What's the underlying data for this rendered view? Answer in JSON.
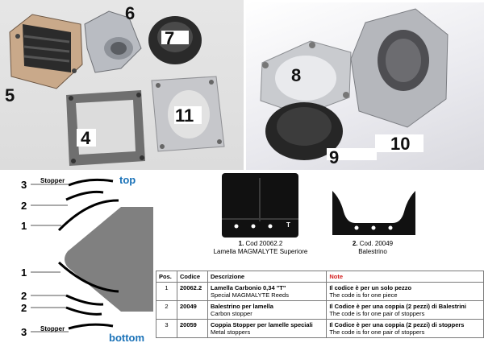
{
  "photo_labels": {
    "n4": "4",
    "n5": "5",
    "n6": "6",
    "n7": "7",
    "n8": "8",
    "n9": "9",
    "n10": "10",
    "n11": "11"
  },
  "diagram": {
    "top_label": "top",
    "bottom_label": "bottom",
    "stopper_top": "Stopper",
    "stopper_bottom": "Stopper",
    "nums": [
      "3",
      "2",
      "1",
      "1",
      "2",
      "2",
      "3"
    ]
  },
  "reed_caption": {
    "num": "1.",
    "line1": "Cod 20062.2",
    "line2": "Lamella MAGMALYTE Superiore",
    "mark": "T"
  },
  "stopper_caption": {
    "num": "2.",
    "line1": "Cod. 20049",
    "line2": "Balestrino"
  },
  "table": {
    "headers": {
      "pos": "Pos.",
      "code": "Codice",
      "desc": "Descrizione",
      "note": "Note"
    },
    "rows": [
      {
        "pos": "1",
        "code": "20062.2",
        "desc_it": "Lamella Carbonio 0,34 \"T\"",
        "desc_en": "Special MAGMALYTE Reeds",
        "note_it": "Il codice è per un solo pezzo",
        "note_en": "The code is for one piece"
      },
      {
        "pos": "2",
        "code": "20049",
        "desc_it": "Balestrino per lamella",
        "desc_en": "Carbon stopper",
        "note_it": "Il Codice è per una coppia (2 pezzi) di Balestrini",
        "note_en": "The code is for one pair of stoppers"
      },
      {
        "pos": "3",
        "code": "20059",
        "desc_it": "Coppia Stopper per lamelle speciali",
        "desc_en": "Metal stoppers",
        "note_it": "Il Codice è per una coppia (2 pezzi) di stoppers",
        "note_en": "The code is for one pair of stoppers"
      }
    ]
  }
}
